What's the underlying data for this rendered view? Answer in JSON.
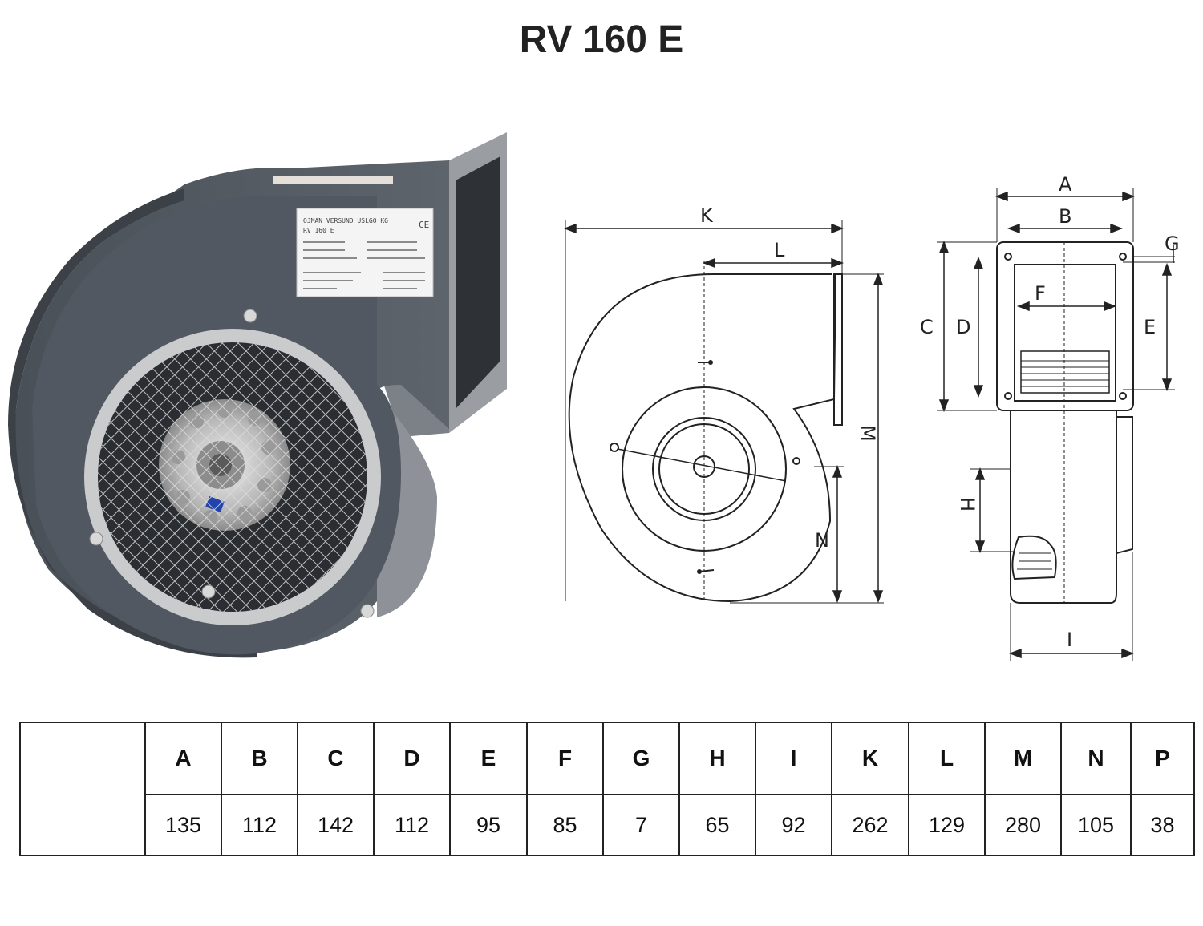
{
  "title": "RV 160 E",
  "plate": {
    "line1": "OJMAN VERSUND USLGO KG",
    "ce": "CE",
    "line2": "RV 160 E"
  },
  "labels": {
    "A": "A",
    "B": "B",
    "C": "C",
    "D": "D",
    "E": "E",
    "F": "F",
    "G": "G",
    "H": "H",
    "I": "I",
    "K": "K",
    "L": "L",
    "M": "M",
    "N": "N"
  },
  "table": {
    "headers": [
      "A",
      "B",
      "C",
      "D",
      "E",
      "F",
      "G",
      "H",
      "I",
      "K",
      "L",
      "M",
      "N",
      "P"
    ],
    "values": [
      "135",
      "112",
      "142",
      "112",
      "95",
      "85",
      "7",
      "65",
      "92",
      "262",
      "129",
      "280",
      "105",
      "38"
    ]
  }
}
